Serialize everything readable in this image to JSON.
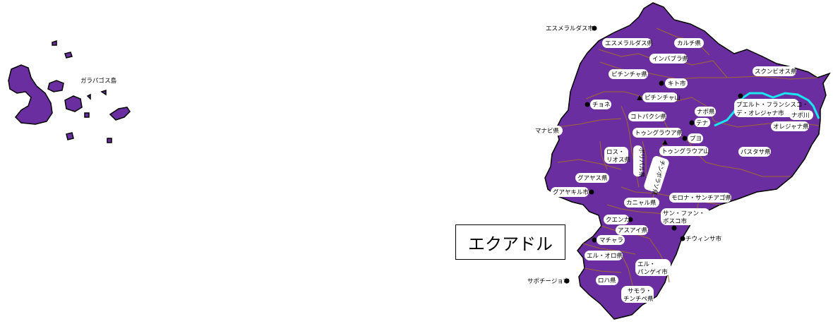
{
  "title": "エクアドル",
  "colors": {
    "land": "#6a2ea0",
    "border": "#a06a30",
    "coast": "#000000",
    "river": "#19e6f0",
    "label_bg": "#ffffff"
  },
  "galapagos_label": "ガラパゴス島",
  "provinces": [
    "エスメラルダス県",
    "カルチ県",
    "インバブラ県",
    "スクンビオス県",
    "ピチンチャ県",
    "ナポ県",
    "オレジャナ県",
    "コトパクシ県",
    "トゥングラウア県",
    "マナビ県",
    "ロス・リオス県",
    "ボリバル県",
    "チンボラソ県",
    "グアヤス県",
    "パスタサ県",
    "モロナ・サンチアゴ県",
    "カニャル県",
    "アスアイ県",
    "エル・オロ県",
    "サン・ファン・ボスコ市",
    "エル・パンゲイ市",
    "ロハ県",
    "サモラ・チンチペ県"
  ],
  "cities": [
    "エスメラルダス市",
    "キト市",
    "チョネ",
    "テナ",
    "プヨ",
    "グアヤキル市",
    "クエンカ",
    "マチャラ",
    "サポチージョ市",
    "チウィンサ市",
    "プエルト・フランシスコ・デ・オレジャナ市"
  ],
  "mountains": [
    "ピチンチャ山",
    "トゥングラウア山"
  ],
  "rivers": [
    "ナポ川"
  ]
}
